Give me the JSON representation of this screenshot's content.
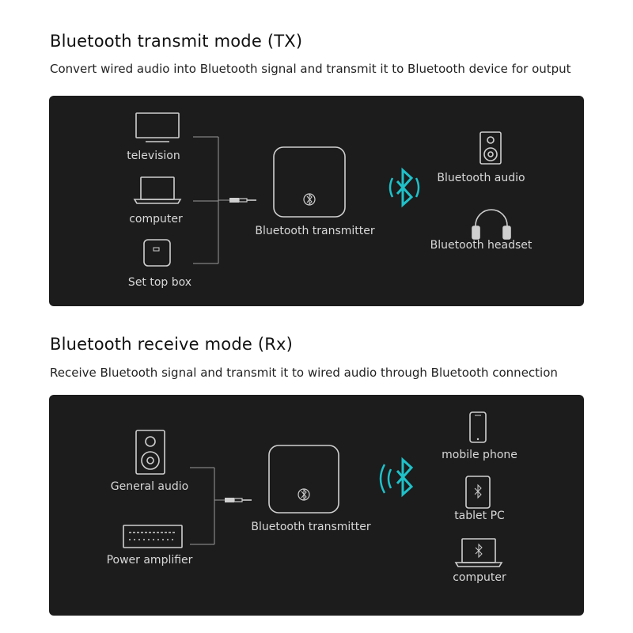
{
  "tx": {
    "title": "Bluetooth transmit mode (TX)",
    "subtitle": "Convert wired audio into Bluetooth signal and transmit it to Bluetooth device for output",
    "sources": [
      "television",
      "computer",
      "Set top box"
    ],
    "device": "Bluetooth transmitter",
    "outputs": [
      "Bluetooth audio",
      "Bluetooth headset"
    ]
  },
  "rx": {
    "title": "Bluetooth receive mode (Rx)",
    "subtitle": "Receive Bluetooth signal and transmit it to wired audio through Bluetooth connection",
    "outputs": [
      "General audio",
      "Power amplifier"
    ],
    "device": "Bluetooth transmitter",
    "sources": [
      "mobile phone",
      "tablet PC",
      "computer"
    ]
  },
  "colors": {
    "panel_bg": "#1c1c1c",
    "line": "#cfcfcf",
    "bluetooth_accent": "#1fc1c9"
  }
}
